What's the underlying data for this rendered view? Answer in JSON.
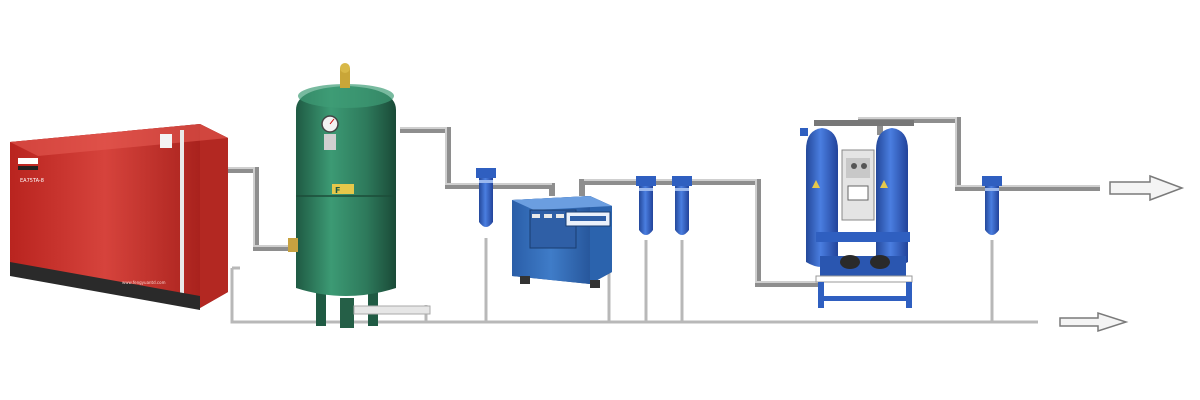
{
  "colors": {
    "compressor_red": "#c8302c",
    "compressor_red_dark": "#9e1f1c",
    "tank_green": "#2e7a5c",
    "tank_green_dark": "#1f5a43",
    "filter_blue": "#3a66c8",
    "dryer_blue": "#3570b8",
    "dessicant_blue": "#2f5fc0",
    "pipe_gray": "#9a9a9a",
    "pipe_light": "#dcdcdc",
    "arrow_gray": "#bdbdbd"
  },
  "compressor": {
    "model_label": "EA75TA-8",
    "website": "www.fengyuantd.com"
  },
  "tank": {
    "badge": "F"
  },
  "icons": [
    "compressor-unit",
    "air-receiver-tank",
    "line-filter",
    "refrigerated-dryer",
    "desiccant-dryer",
    "flow-arrow"
  ]
}
